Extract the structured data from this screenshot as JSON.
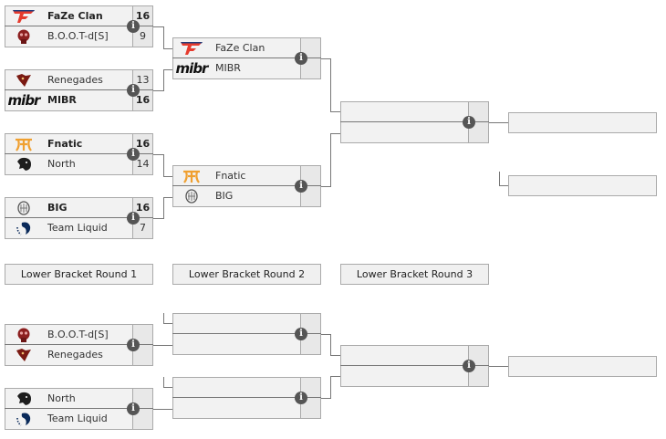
{
  "upper": {
    "round1": [
      {
        "team1": {
          "name": "FaZe Clan",
          "score": "16",
          "logo": "faze-logo",
          "winner": true
        },
        "team2": {
          "name": "B.O.O.T-d[S]",
          "score": "9",
          "logo": "bootds-logo",
          "winner": false
        }
      },
      {
        "team1": {
          "name": "Renegades",
          "score": "13",
          "logo": "renegades-logo",
          "winner": false
        },
        "team2": {
          "name": "MIBR",
          "score": "16",
          "logo": "mibr-logo",
          "winner": true
        }
      },
      {
        "team1": {
          "name": "Fnatic",
          "score": "16",
          "logo": "fnatic-logo",
          "winner": true
        },
        "team2": {
          "name": "North",
          "score": "14",
          "logo": "north-logo",
          "winner": false
        }
      },
      {
        "team1": {
          "name": "BIG",
          "score": "16",
          "logo": "big-logo",
          "winner": true
        },
        "team2": {
          "name": "Team Liquid",
          "score": "7",
          "logo": "liquid-logo",
          "winner": false
        }
      }
    ],
    "round2": [
      {
        "team1": {
          "name": "FaZe Clan",
          "score": "",
          "logo": "faze-logo"
        },
        "team2": {
          "name": "MIBR",
          "score": "",
          "logo": "mibr-logo"
        }
      },
      {
        "team1": {
          "name": "Fnatic",
          "score": "",
          "logo": "fnatic-logo"
        },
        "team2": {
          "name": "BIG",
          "score": "",
          "logo": "big-logo"
        }
      }
    ]
  },
  "lower": {
    "round_labels": [
      "Lower Bracket Round 1",
      "Lower Bracket Round 2",
      "Lower Bracket Round 3"
    ],
    "round1": [
      {
        "team1": {
          "name": "B.O.O.T-d[S]",
          "logo": "bootds-logo"
        },
        "team2": {
          "name": "Renegades",
          "logo": "renegades-logo"
        }
      },
      {
        "team1": {
          "name": "North",
          "logo": "north-logo"
        },
        "team2": {
          "name": "Team Liquid",
          "logo": "liquid-logo"
        }
      }
    ]
  },
  "icons": {
    "info": "i",
    "mibr_text": "mibr"
  }
}
